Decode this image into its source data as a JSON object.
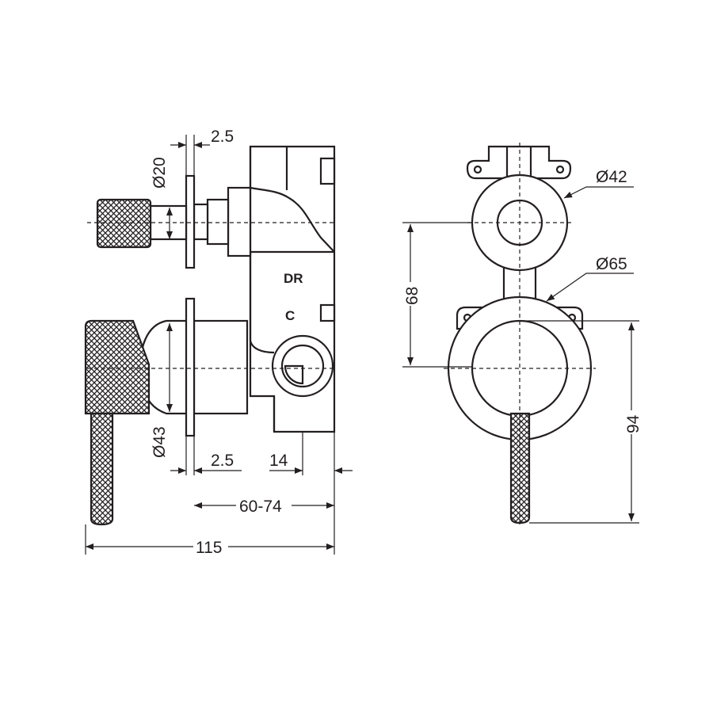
{
  "title": "Diverter mixer technical drawing",
  "colors": {
    "line": "#231f20",
    "background": "#ffffff"
  },
  "side_view": {
    "labels": {
      "dr": "DR",
      "c": "C"
    },
    "dimensions": {
      "flange_top": "2.5",
      "stem_dia": "Ø20",
      "handle_dia": "Ø43",
      "flange_bottom": "2.5",
      "depth_14": "14",
      "wall_range": "60-74",
      "overall": "115"
    }
  },
  "front_view": {
    "dimensions": {
      "top_dia": "Ø42",
      "bottom_dia": "Ø65",
      "centers": "68",
      "height": "94"
    }
  }
}
